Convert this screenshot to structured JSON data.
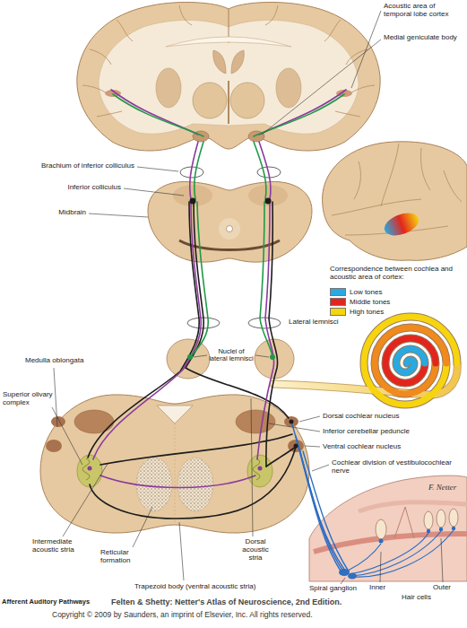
{
  "diagram": {
    "title": "Afferent Auditory Pathways",
    "labels": [
      "Acoustic area of temporal lobe cortex",
      "Medial geniculate body",
      "Brachium of inferior colliculus",
      "Inferior colliculus",
      "Midbrain",
      "Correspondence between cochlea and acoustic area of cortex:",
      "Lateral lemnisci",
      "Nuclei of lateral lemnisci",
      "Medulla oblongata",
      "Superior olivary complex",
      "Dorsal cochlear nucleus",
      "Inferior cerebellar peduncle",
      "Ventral cochlear nucleus",
      "Cochlear division of vestibulocochlear nerve",
      "F. Netter",
      "Dorsal acoustic stria",
      "Intermediate acoustic stria",
      "Reticular formation",
      "Inner",
      "Outer",
      "Trapezoid body (ventral acoustic stria)",
      "Spiral ganglion",
      "Hair cells",
      "Felten & Shetty: Netter's Atlas of Neuroscience, 2nd Edition.",
      "Copyright © 2009 by Saunders, an imprint of Elsevier, Inc. All rights reserved."
    ],
    "legend": [
      {
        "text": "Low tones",
        "color": "#29a9e0"
      },
      {
        "text": "Middle tones",
        "color": "#e3261d"
      },
      {
        "text": "High tones",
        "color": "#f6d40f"
      }
    ]
  }
}
